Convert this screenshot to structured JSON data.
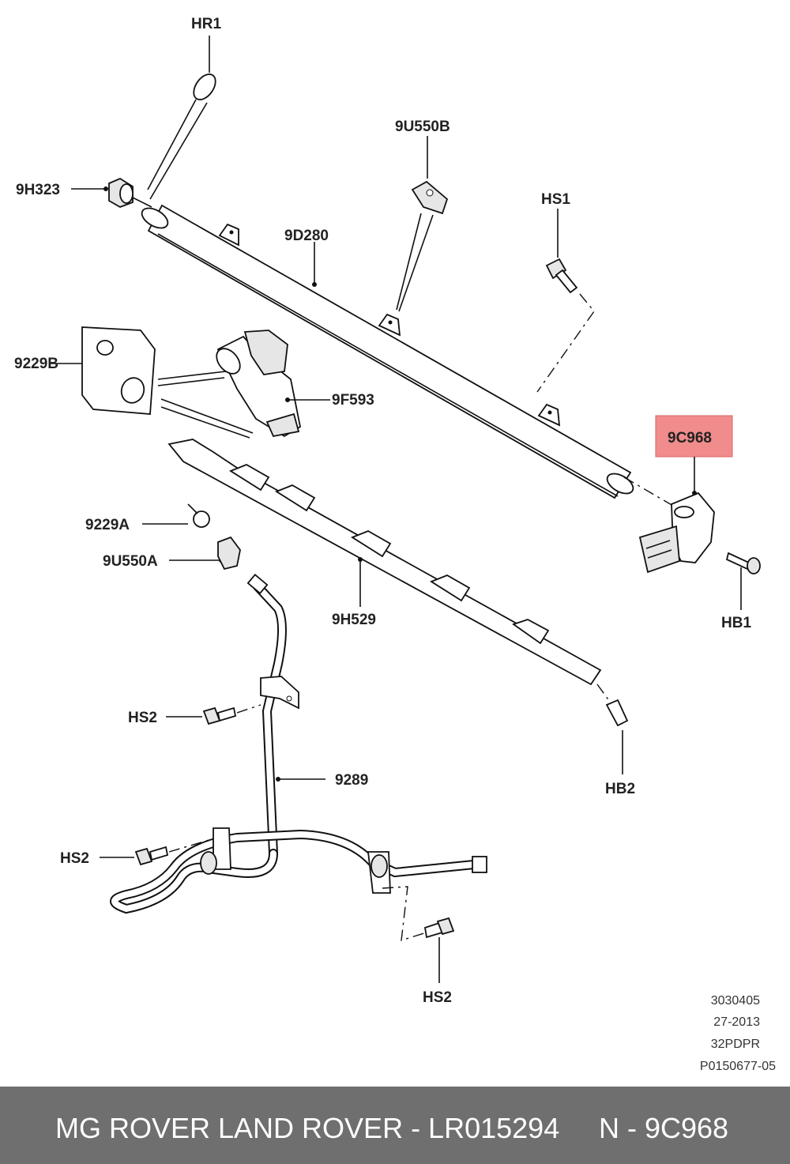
{
  "labels": {
    "hr1": "HR1",
    "p9h323": "9H323",
    "p9u550b": "9U550B",
    "p9d280": "9D280",
    "hs1": "HS1",
    "p9229b": "9229B",
    "p9f593": "9F593",
    "p9c968": "9C968",
    "p9229a": "9229A",
    "p9u550a": "9U550A",
    "p9h529": "9H529",
    "hb1": "HB1",
    "hs2_top": "HS2",
    "p9289": "9289",
    "hb2": "HB2",
    "hs2_left": "HS2",
    "hs2_bottom": "HS2"
  },
  "highlight": {
    "part": "9C968",
    "color": "#f08c8c"
  },
  "meta": {
    "line1": "3030405",
    "line2": "27-2013",
    "line3": "32PDPR",
    "line4": "P0150677-05"
  },
  "footer": {
    "brand": "MG ROVER LAND ROVER - LR015294",
    "ref": "N - 9C968"
  }
}
